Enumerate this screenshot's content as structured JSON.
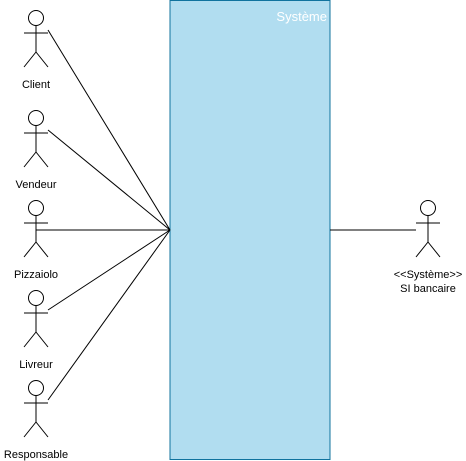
{
  "system": {
    "title": "Système",
    "fill": "#b1ddf0",
    "stroke": "#10739e",
    "title_color": "#ffffff"
  },
  "actors": [
    {
      "id": "client",
      "label": "Client"
    },
    {
      "id": "vendeur",
      "label": "Vendeur"
    },
    {
      "id": "pizzaiolo",
      "label": "Pizzaiolo"
    },
    {
      "id": "livreur",
      "label": "Livreur"
    },
    {
      "id": "responsable",
      "label": "Responsable"
    }
  ],
  "external_actor": {
    "stereotype": "<<Système>>",
    "label": "SI bancaire"
  }
}
